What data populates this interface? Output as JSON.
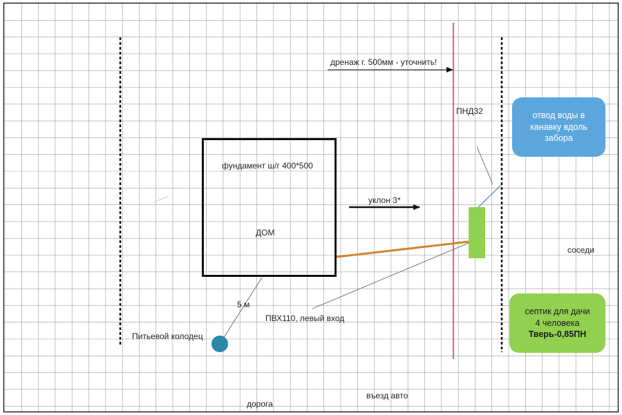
{
  "colors": {
    "grid": "#9a9a9a",
    "frame": "#222222",
    "fence": "#111111",
    "drain_line": "#e0313c",
    "pipe_pvc": "#d4822a",
    "pipe_pnd": "#3a7fc0",
    "septic": "#92d050",
    "well": "#2e86ab",
    "box_blue": "#5ba7dd",
    "box_green": "#92d050"
  },
  "labels": {
    "drainage": "дренаж г. 500мм - уточнить!",
    "pnd": "ПНД32",
    "foundation": "фундамент ш/г 400*500",
    "house": "ДОМ",
    "slope": "уклон 3*",
    "neighbors": "соседи",
    "distance": "5 м",
    "pvc": "ПВХ110, левый вход",
    "well": "Питьевой колодец",
    "road": "дорога",
    "entrance": "въезд авто"
  },
  "boxes": {
    "water_drain": {
      "line1": "отвод воды в",
      "line2": "канавку вдоль",
      "line3": "забора"
    },
    "septic": {
      "line1": "септик для дачи",
      "line2": "4 человека",
      "line3": "Тверь-0,85ПН"
    }
  }
}
